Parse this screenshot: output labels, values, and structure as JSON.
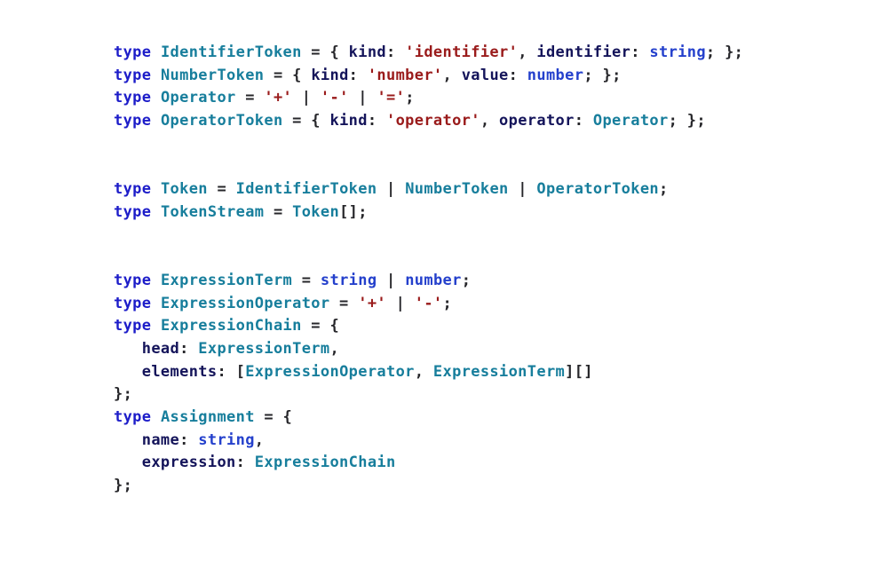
{
  "page": {
    "background": "#ffffff"
  },
  "code": {
    "language": "typescript",
    "colors": {
      "keyword": "#1d1dc9",
      "type": "#177e9c",
      "string": "#9a1b1b",
      "prop": "#14145a",
      "prim": "#2440cc",
      "plain": "#26262a"
    },
    "lines": [
      {
        "tokens": [
          {
            "c": "keyword",
            "t": "type"
          },
          {
            "c": "plain",
            "t": " "
          },
          {
            "c": "type",
            "t": "IdentifierToken"
          },
          {
            "c": "plain",
            "t": " = { "
          },
          {
            "c": "prop",
            "t": "kind"
          },
          {
            "c": "plain",
            "t": ": "
          },
          {
            "c": "string",
            "t": "'identifier'"
          },
          {
            "c": "plain",
            "t": ", "
          },
          {
            "c": "prop",
            "t": "identifier"
          },
          {
            "c": "plain",
            "t": ": "
          },
          {
            "c": "prim",
            "t": "string"
          },
          {
            "c": "plain",
            "t": "; };"
          }
        ]
      },
      {
        "tokens": [
          {
            "c": "keyword",
            "t": "type"
          },
          {
            "c": "plain",
            "t": " "
          },
          {
            "c": "type",
            "t": "NumberToken"
          },
          {
            "c": "plain",
            "t": " = { "
          },
          {
            "c": "prop",
            "t": "kind"
          },
          {
            "c": "plain",
            "t": ": "
          },
          {
            "c": "string",
            "t": "'number'"
          },
          {
            "c": "plain",
            "t": ", "
          },
          {
            "c": "prop",
            "t": "value"
          },
          {
            "c": "plain",
            "t": ": "
          },
          {
            "c": "prim",
            "t": "number"
          },
          {
            "c": "plain",
            "t": "; };"
          }
        ]
      },
      {
        "tokens": [
          {
            "c": "keyword",
            "t": "type"
          },
          {
            "c": "plain",
            "t": " "
          },
          {
            "c": "type",
            "t": "Operator"
          },
          {
            "c": "plain",
            "t": " = "
          },
          {
            "c": "string",
            "t": "'+'"
          },
          {
            "c": "plain",
            "t": " | "
          },
          {
            "c": "string",
            "t": "'-'"
          },
          {
            "c": "plain",
            "t": " | "
          },
          {
            "c": "string",
            "t": "'='"
          },
          {
            "c": "plain",
            "t": ";"
          }
        ]
      },
      {
        "tokens": [
          {
            "c": "keyword",
            "t": "type"
          },
          {
            "c": "plain",
            "t": " "
          },
          {
            "c": "type",
            "t": "OperatorToken"
          },
          {
            "c": "plain",
            "t": " = { "
          },
          {
            "c": "prop",
            "t": "kind"
          },
          {
            "c": "plain",
            "t": ": "
          },
          {
            "c": "string",
            "t": "'operator'"
          },
          {
            "c": "plain",
            "t": ", "
          },
          {
            "c": "prop",
            "t": "operator"
          },
          {
            "c": "plain",
            "t": ": "
          },
          {
            "c": "type",
            "t": "Operator"
          },
          {
            "c": "plain",
            "t": "; };"
          }
        ]
      },
      {
        "tokens": []
      },
      {
        "tokens": []
      },
      {
        "tokens": [
          {
            "c": "keyword",
            "t": "type"
          },
          {
            "c": "plain",
            "t": " "
          },
          {
            "c": "type",
            "t": "Token"
          },
          {
            "c": "plain",
            "t": " = "
          },
          {
            "c": "type",
            "t": "IdentifierToken"
          },
          {
            "c": "plain",
            "t": " | "
          },
          {
            "c": "type",
            "t": "NumberToken"
          },
          {
            "c": "plain",
            "t": " | "
          },
          {
            "c": "type",
            "t": "OperatorToken"
          },
          {
            "c": "plain",
            "t": ";"
          }
        ]
      },
      {
        "tokens": [
          {
            "c": "keyword",
            "t": "type"
          },
          {
            "c": "plain",
            "t": " "
          },
          {
            "c": "type",
            "t": "TokenStream"
          },
          {
            "c": "plain",
            "t": " = "
          },
          {
            "c": "type",
            "t": "Token"
          },
          {
            "c": "plain",
            "t": "[];"
          }
        ]
      },
      {
        "tokens": []
      },
      {
        "tokens": []
      },
      {
        "tokens": [
          {
            "c": "keyword",
            "t": "type"
          },
          {
            "c": "plain",
            "t": " "
          },
          {
            "c": "type",
            "t": "ExpressionTerm"
          },
          {
            "c": "plain",
            "t": " = "
          },
          {
            "c": "prim",
            "t": "string"
          },
          {
            "c": "plain",
            "t": " | "
          },
          {
            "c": "prim",
            "t": "number"
          },
          {
            "c": "plain",
            "t": ";"
          }
        ]
      },
      {
        "tokens": [
          {
            "c": "keyword",
            "t": "type"
          },
          {
            "c": "plain",
            "t": " "
          },
          {
            "c": "type",
            "t": "ExpressionOperator"
          },
          {
            "c": "plain",
            "t": " = "
          },
          {
            "c": "string",
            "t": "'+'"
          },
          {
            "c": "plain",
            "t": " | "
          },
          {
            "c": "string",
            "t": "'-'"
          },
          {
            "c": "plain",
            "t": ";"
          }
        ]
      },
      {
        "tokens": [
          {
            "c": "keyword",
            "t": "type"
          },
          {
            "c": "plain",
            "t": " "
          },
          {
            "c": "type",
            "t": "ExpressionChain"
          },
          {
            "c": "plain",
            "t": " = {"
          }
        ]
      },
      {
        "tokens": [
          {
            "c": "plain",
            "t": "   "
          },
          {
            "c": "prop",
            "t": "head"
          },
          {
            "c": "plain",
            "t": ": "
          },
          {
            "c": "type",
            "t": "ExpressionTerm"
          },
          {
            "c": "plain",
            "t": ","
          }
        ]
      },
      {
        "tokens": [
          {
            "c": "plain",
            "t": "   "
          },
          {
            "c": "prop",
            "t": "elements"
          },
          {
            "c": "plain",
            "t": ": ["
          },
          {
            "c": "type",
            "t": "ExpressionOperator"
          },
          {
            "c": "plain",
            "t": ", "
          },
          {
            "c": "type",
            "t": "ExpressionTerm"
          },
          {
            "c": "plain",
            "t": "][]"
          }
        ]
      },
      {
        "tokens": [
          {
            "c": "plain",
            "t": "};"
          }
        ]
      },
      {
        "tokens": [
          {
            "c": "keyword",
            "t": "type"
          },
          {
            "c": "plain",
            "t": " "
          },
          {
            "c": "type",
            "t": "Assignment"
          },
          {
            "c": "plain",
            "t": " = {"
          }
        ]
      },
      {
        "tokens": [
          {
            "c": "plain",
            "t": "   "
          },
          {
            "c": "prop",
            "t": "name"
          },
          {
            "c": "plain",
            "t": ": "
          },
          {
            "c": "prim",
            "t": "string"
          },
          {
            "c": "plain",
            "t": ","
          }
        ]
      },
      {
        "tokens": [
          {
            "c": "plain",
            "t": "   "
          },
          {
            "c": "prop",
            "t": "expression"
          },
          {
            "c": "plain",
            "t": ": "
          },
          {
            "c": "type",
            "t": "ExpressionChain"
          }
        ]
      },
      {
        "tokens": [
          {
            "c": "plain",
            "t": "};"
          }
        ]
      }
    ]
  }
}
